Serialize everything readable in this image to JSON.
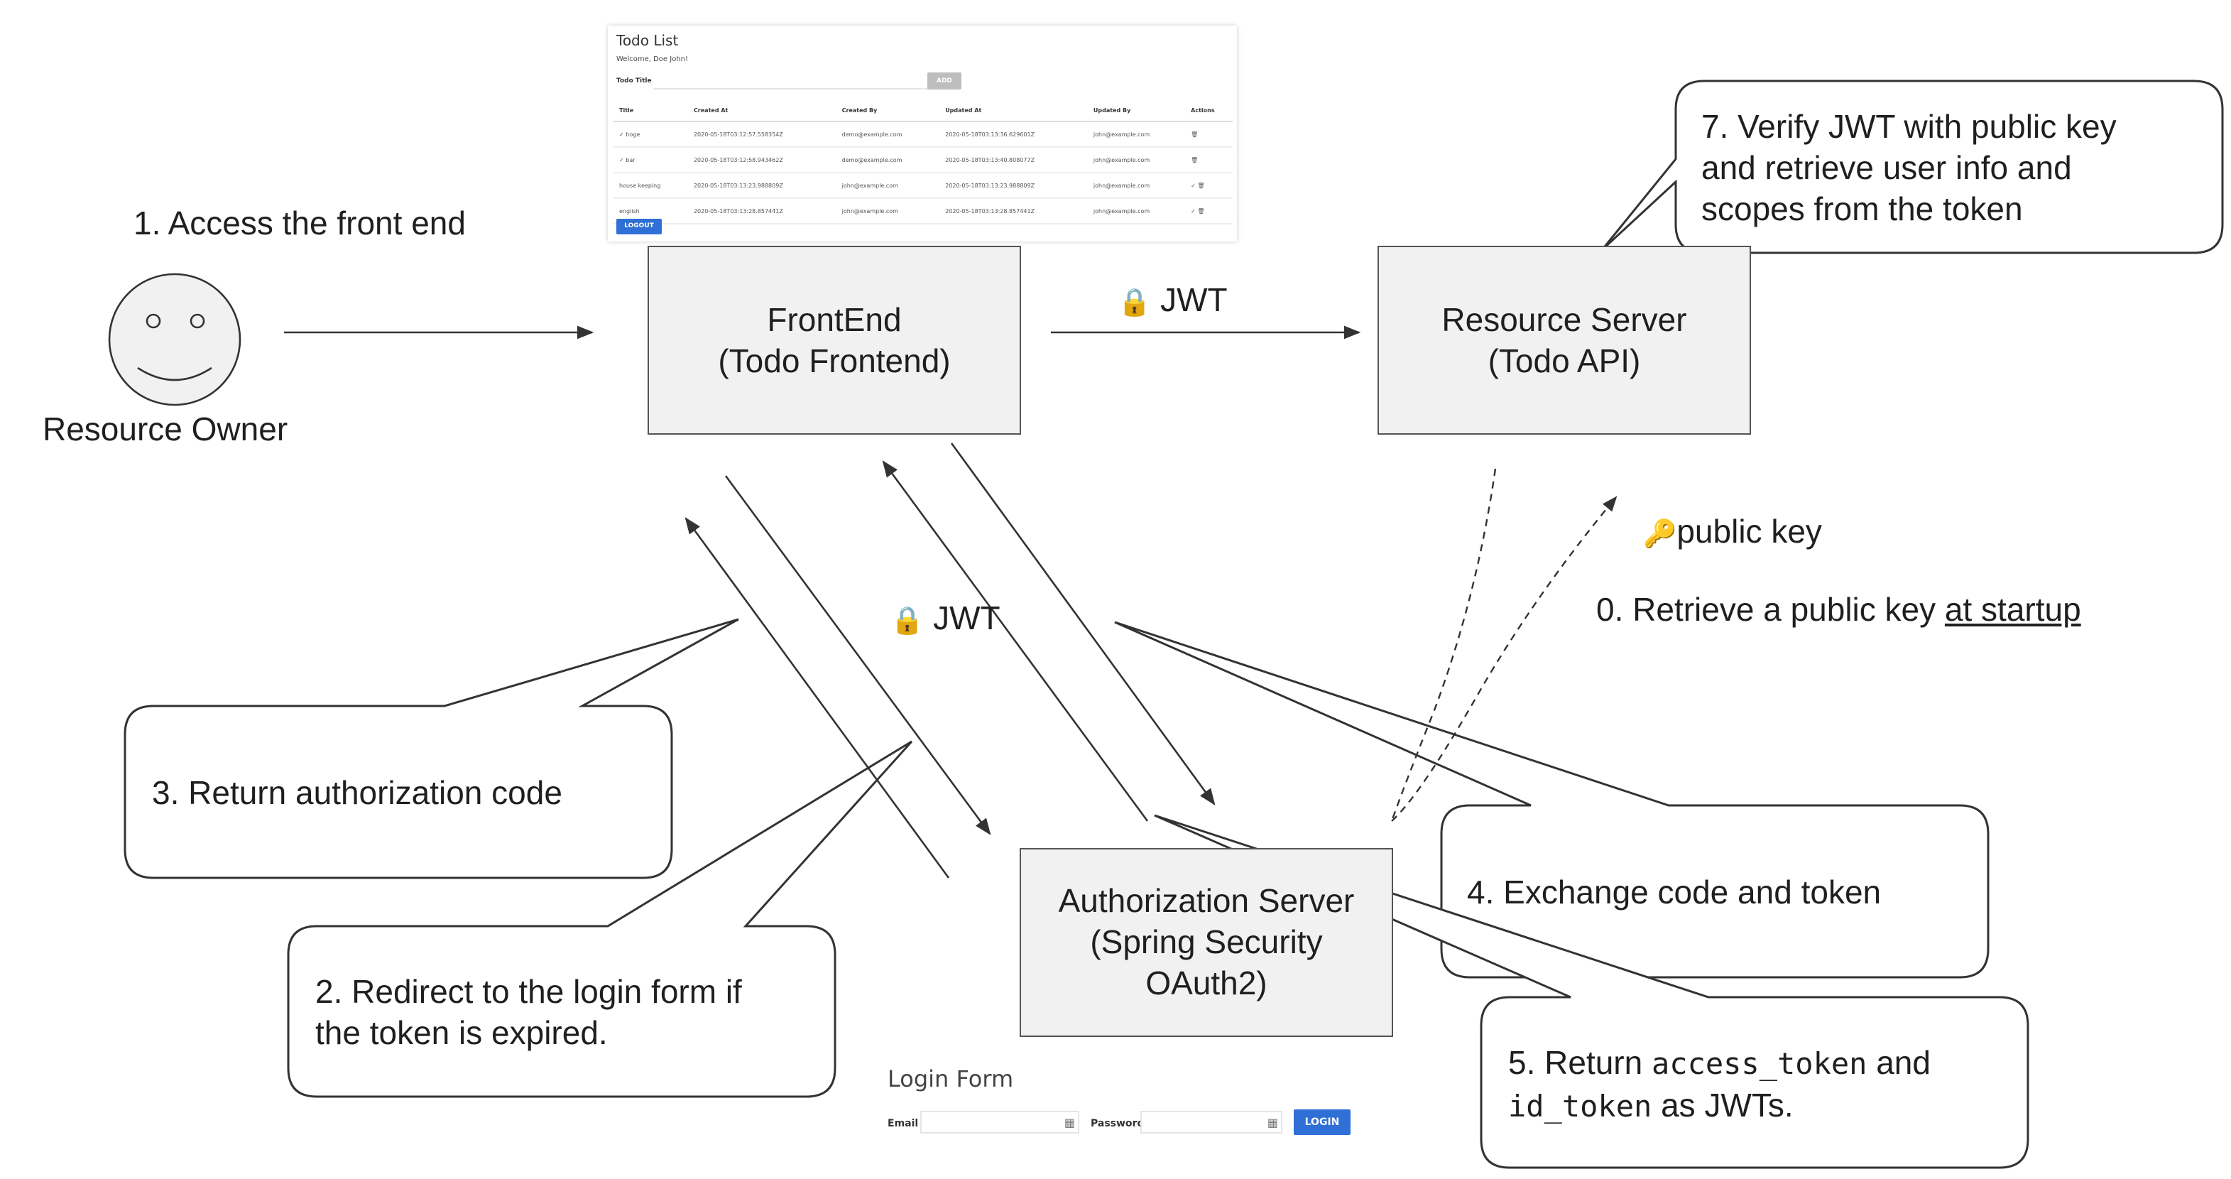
{
  "todo_screenshot": {
    "title": "Todo List",
    "welcome": "Welcome, Doe John!",
    "field_label": "Todo Title",
    "add_label": "ADD",
    "columns": [
      "Title",
      "Created At",
      "Created By",
      "Updated At",
      "Updated By",
      "Actions"
    ],
    "rows": [
      {
        "done": "✓",
        "title": "hoge",
        "created_at": "2020-05-18T03:12:57.558354Z",
        "created_by": "demo@example.com",
        "updated_at": "2020-05-18T03:13:36.629601Z",
        "updated_by": "john@example.com",
        "actions": "🗑"
      },
      {
        "done": "✓",
        "title": "bar",
        "created_at": "2020-05-18T03:12:58.943462Z",
        "created_by": "demo@example.com",
        "updated_at": "2020-05-18T03:13:40.808077Z",
        "updated_by": "john@example.com",
        "actions": "🗑"
      },
      {
        "done": "",
        "title": "house keeping",
        "created_at": "2020-05-18T03:13:23.988809Z",
        "created_by": "john@example.com",
        "updated_at": "2020-05-18T03:13:23.988809Z",
        "updated_by": "john@example.com",
        "actions": "✓ 🗑"
      },
      {
        "done": "",
        "title": "english",
        "created_at": "2020-05-18T03:13:28.857441Z",
        "created_by": "john@example.com",
        "updated_at": "2020-05-18T03:13:28.857441Z",
        "updated_by": "john@example.com",
        "actions": "✓ 🗑"
      }
    ],
    "logout_label": "LOGOUT"
  },
  "login_screenshot": {
    "title": "Login Form",
    "email_label": "Email",
    "password_label": "Password",
    "login_label": "LOGIN"
  },
  "actors": {
    "resource_owner": "Resource Owner"
  },
  "boxes": {
    "frontend_line1": "FrontEnd",
    "frontend_line2": "(Todo Frontend)",
    "resource_line1": "Resource Server",
    "resource_line2": "(Todo API)",
    "auth_line1": "Authorization Server",
    "auth_line2": "(Spring Security",
    "auth_line3": "OAuth2)"
  },
  "labels": {
    "step1": "1. Access the front end",
    "jwt_top": "JWT",
    "jwt_middle": "JWT",
    "public_key": "public key",
    "step0_prefix": "0. Retrieve a public key ",
    "step0_underlined": "at startup",
    "lock_icon": "🔒",
    "key_icon": "🔑"
  },
  "callouts": {
    "step7_line1": "7. Verify JWT with public key",
    "step7_line2": "and retrieve user info and",
    "step7_line3": "scopes from the token",
    "step3": "3. Return authorization code",
    "step2_line1": "2. Redirect to the login form if",
    "step2_line2": "the token is expired.",
    "step4": "4. Exchange code and token",
    "step5_prefix": "5. Return ",
    "step5_code1": "access_token",
    "step5_mid": " and",
    "step5_code2": "id_token",
    "step5_suffix": " as JWTs."
  }
}
